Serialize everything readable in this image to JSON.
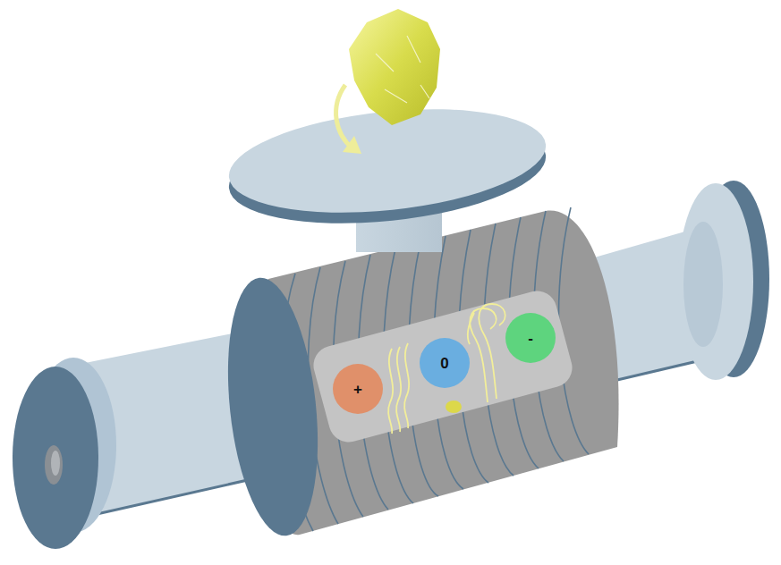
{
  "diagram": {
    "nodes": [
      {
        "text": [
          "+"
        ]
      },
      {
        "text": [
          "0"
        ]
      },
      {
        "text": [
          "-"
        ]
      }
    ]
  }
}
